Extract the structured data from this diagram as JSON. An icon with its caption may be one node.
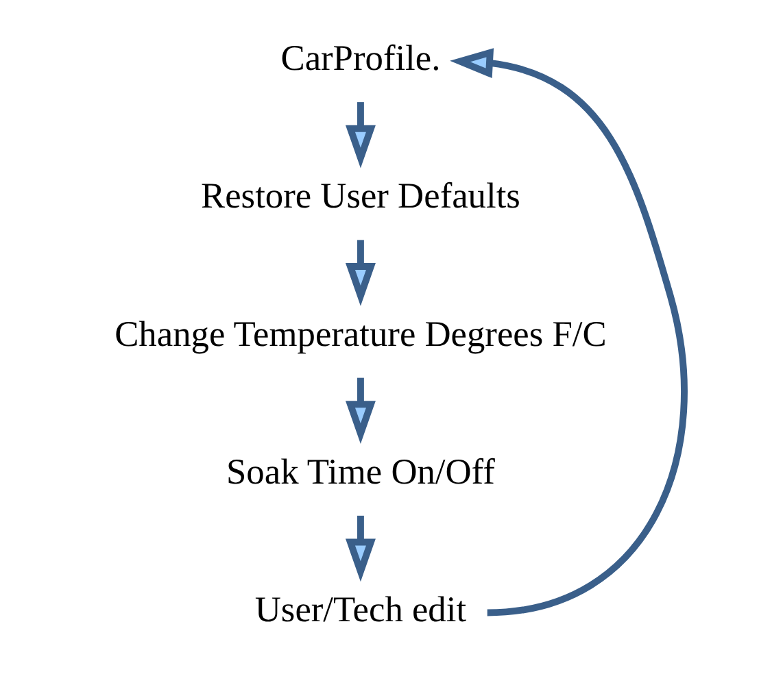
{
  "diagram": {
    "nodes": [
      {
        "text": [
          "CarProfile."
        ]
      },
      {
        "text": [
          "Restore User Defaults"
        ]
      },
      {
        "text": [
          "Change Temperature Degrees F/C"
        ]
      },
      {
        "text": [
          "Soak Time On/Off"
        ]
      },
      {
        "text": [
          "User/Tech edit"
        ]
      }
    ],
    "edges": [
      {
        "from": 0,
        "to": 1,
        "arrow": "to"
      },
      {
        "from": 1,
        "to": 2,
        "arrow": "to"
      },
      {
        "from": 2,
        "to": 3,
        "arrow": "to"
      },
      {
        "from": 3,
        "to": 4,
        "arrow": "to"
      },
      {
        "from": 4,
        "to": 0,
        "arrow": "to"
      }
    ]
  }
}
